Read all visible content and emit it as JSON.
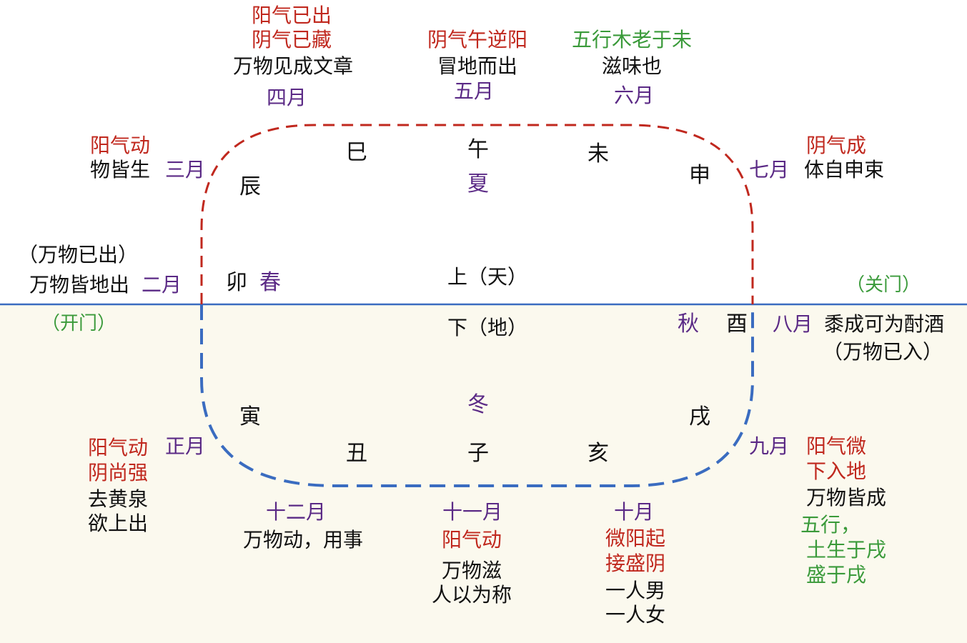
{
  "colors": {
    "yang": "#c0281e",
    "yin_line": "#3a6cc0",
    "month": "#5b2a86",
    "wuxing": "#3a9a3a",
    "horizon": "#3a6cc0",
    "ground": "#fbf9ee"
  },
  "center": {
    "heaven": "上（天）",
    "earth": "下（地）"
  },
  "horizon_labels": {
    "close_gate": "（关门）",
    "open_gate": "（开门）"
  },
  "seasons": {
    "summer": "夏",
    "spring": "春",
    "autumn": "秋",
    "winter": "冬"
  },
  "branches": {
    "si": "巳",
    "wu": "午",
    "wei": "未",
    "shen": "申",
    "chen": "辰",
    "mao": "卯",
    "you": "酉",
    "yin": "寅",
    "xu": "戌",
    "chou": "丑",
    "zi": "子",
    "hai": "亥"
  },
  "months": {
    "m4": "四月",
    "m5": "五月",
    "m6": "六月",
    "m3": "三月",
    "m7": "七月",
    "m2": "二月",
    "m8": "八月",
    "m1": "正月",
    "m9": "九月",
    "m12": "十二月",
    "m11": "十一月",
    "m10": "十月"
  },
  "notes": {
    "m4": [
      "阳气已出",
      "阴气已藏",
      "万物见成文章"
    ],
    "m5": [
      "阴气午逆阳",
      "冒地而出"
    ],
    "m6": [
      "五行木老于未",
      "滋味也"
    ],
    "m3": [
      "阳气动",
      "物皆生"
    ],
    "m7": [
      "阴气成",
      "体自申束"
    ],
    "m2": [
      "（万物已出）",
      "万物皆地出"
    ],
    "m8": [
      "黍成可为酎酒",
      "（万物已入）"
    ],
    "m1": [
      "阳气动",
      "阴尚强",
      "去黄泉",
      "欲上出"
    ],
    "m9": [
      "阳气微",
      "下入地",
      "万物皆成",
      "五行，",
      "土生于戌",
      "盛于戌"
    ],
    "m12": [
      "万物动，用事"
    ],
    "m11": [
      "阳气动",
      "万物滋",
      "人以为称"
    ],
    "m10": [
      "微阳起",
      "接盛阴",
      "一人男",
      "一人女"
    ]
  }
}
